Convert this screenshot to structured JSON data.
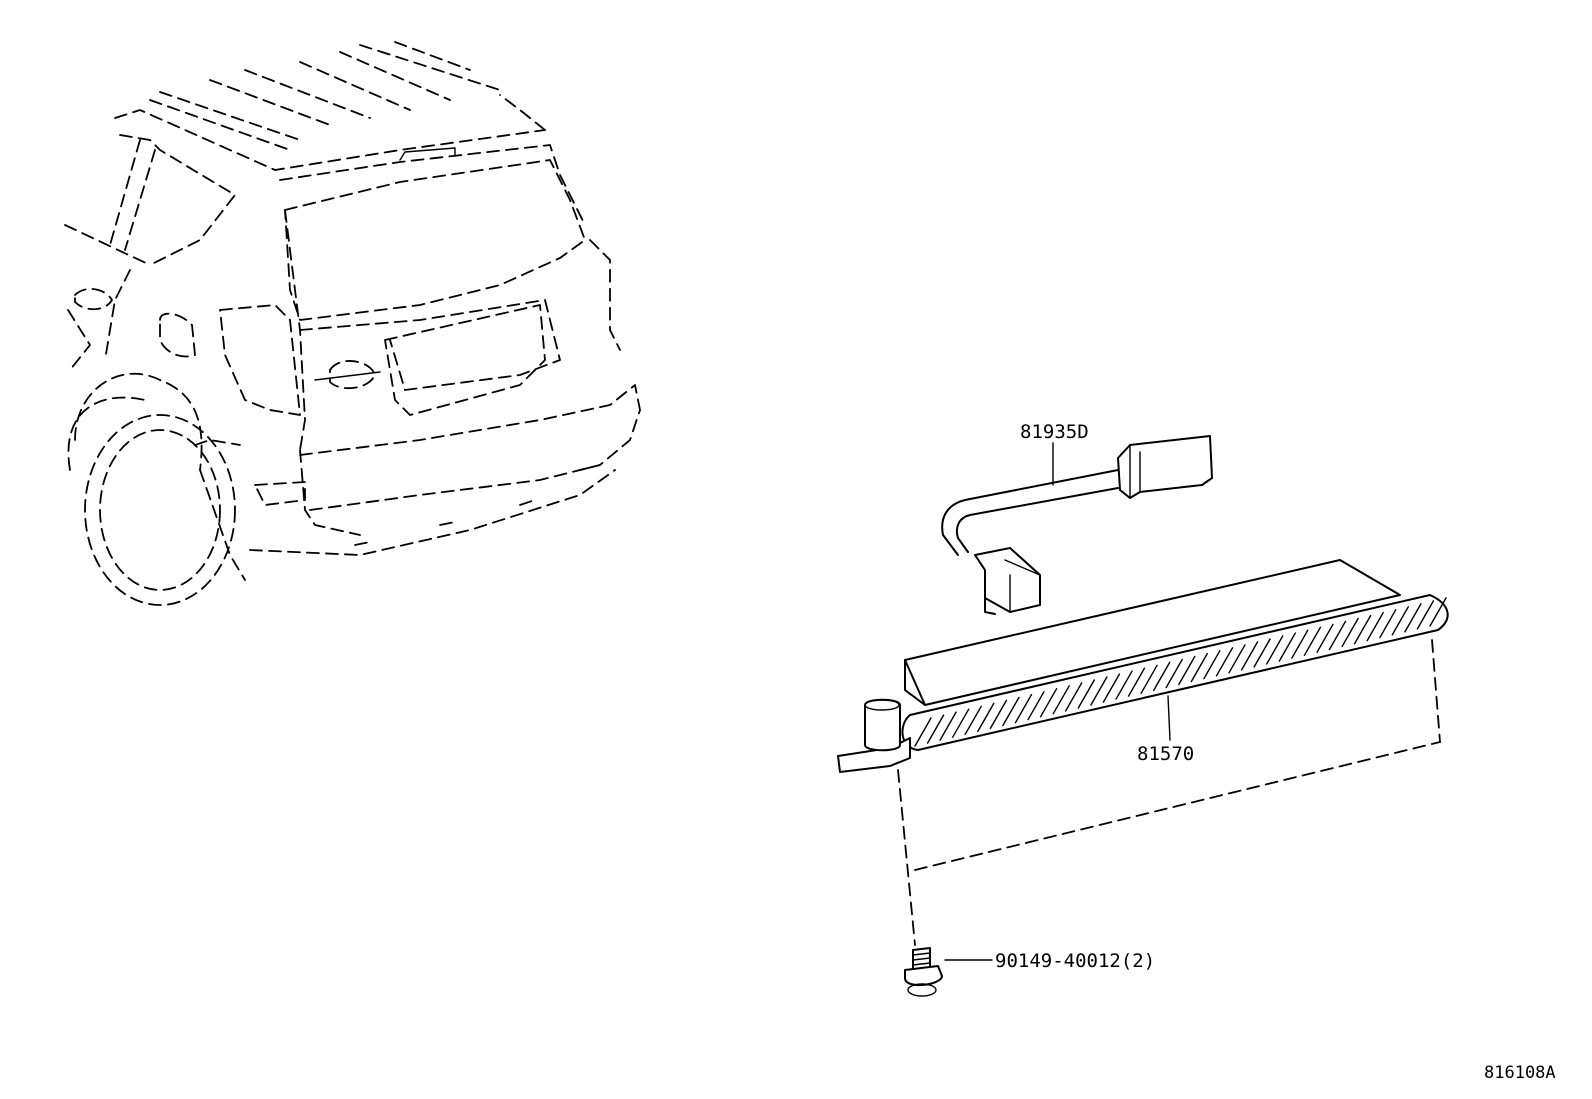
{
  "parts": [
    {
      "part_number": "81935D"
    },
    {
      "part_number": "81570"
    },
    {
      "part_number": "90149-40012(2)"
    }
  ],
  "diagram_ref": "816108A"
}
